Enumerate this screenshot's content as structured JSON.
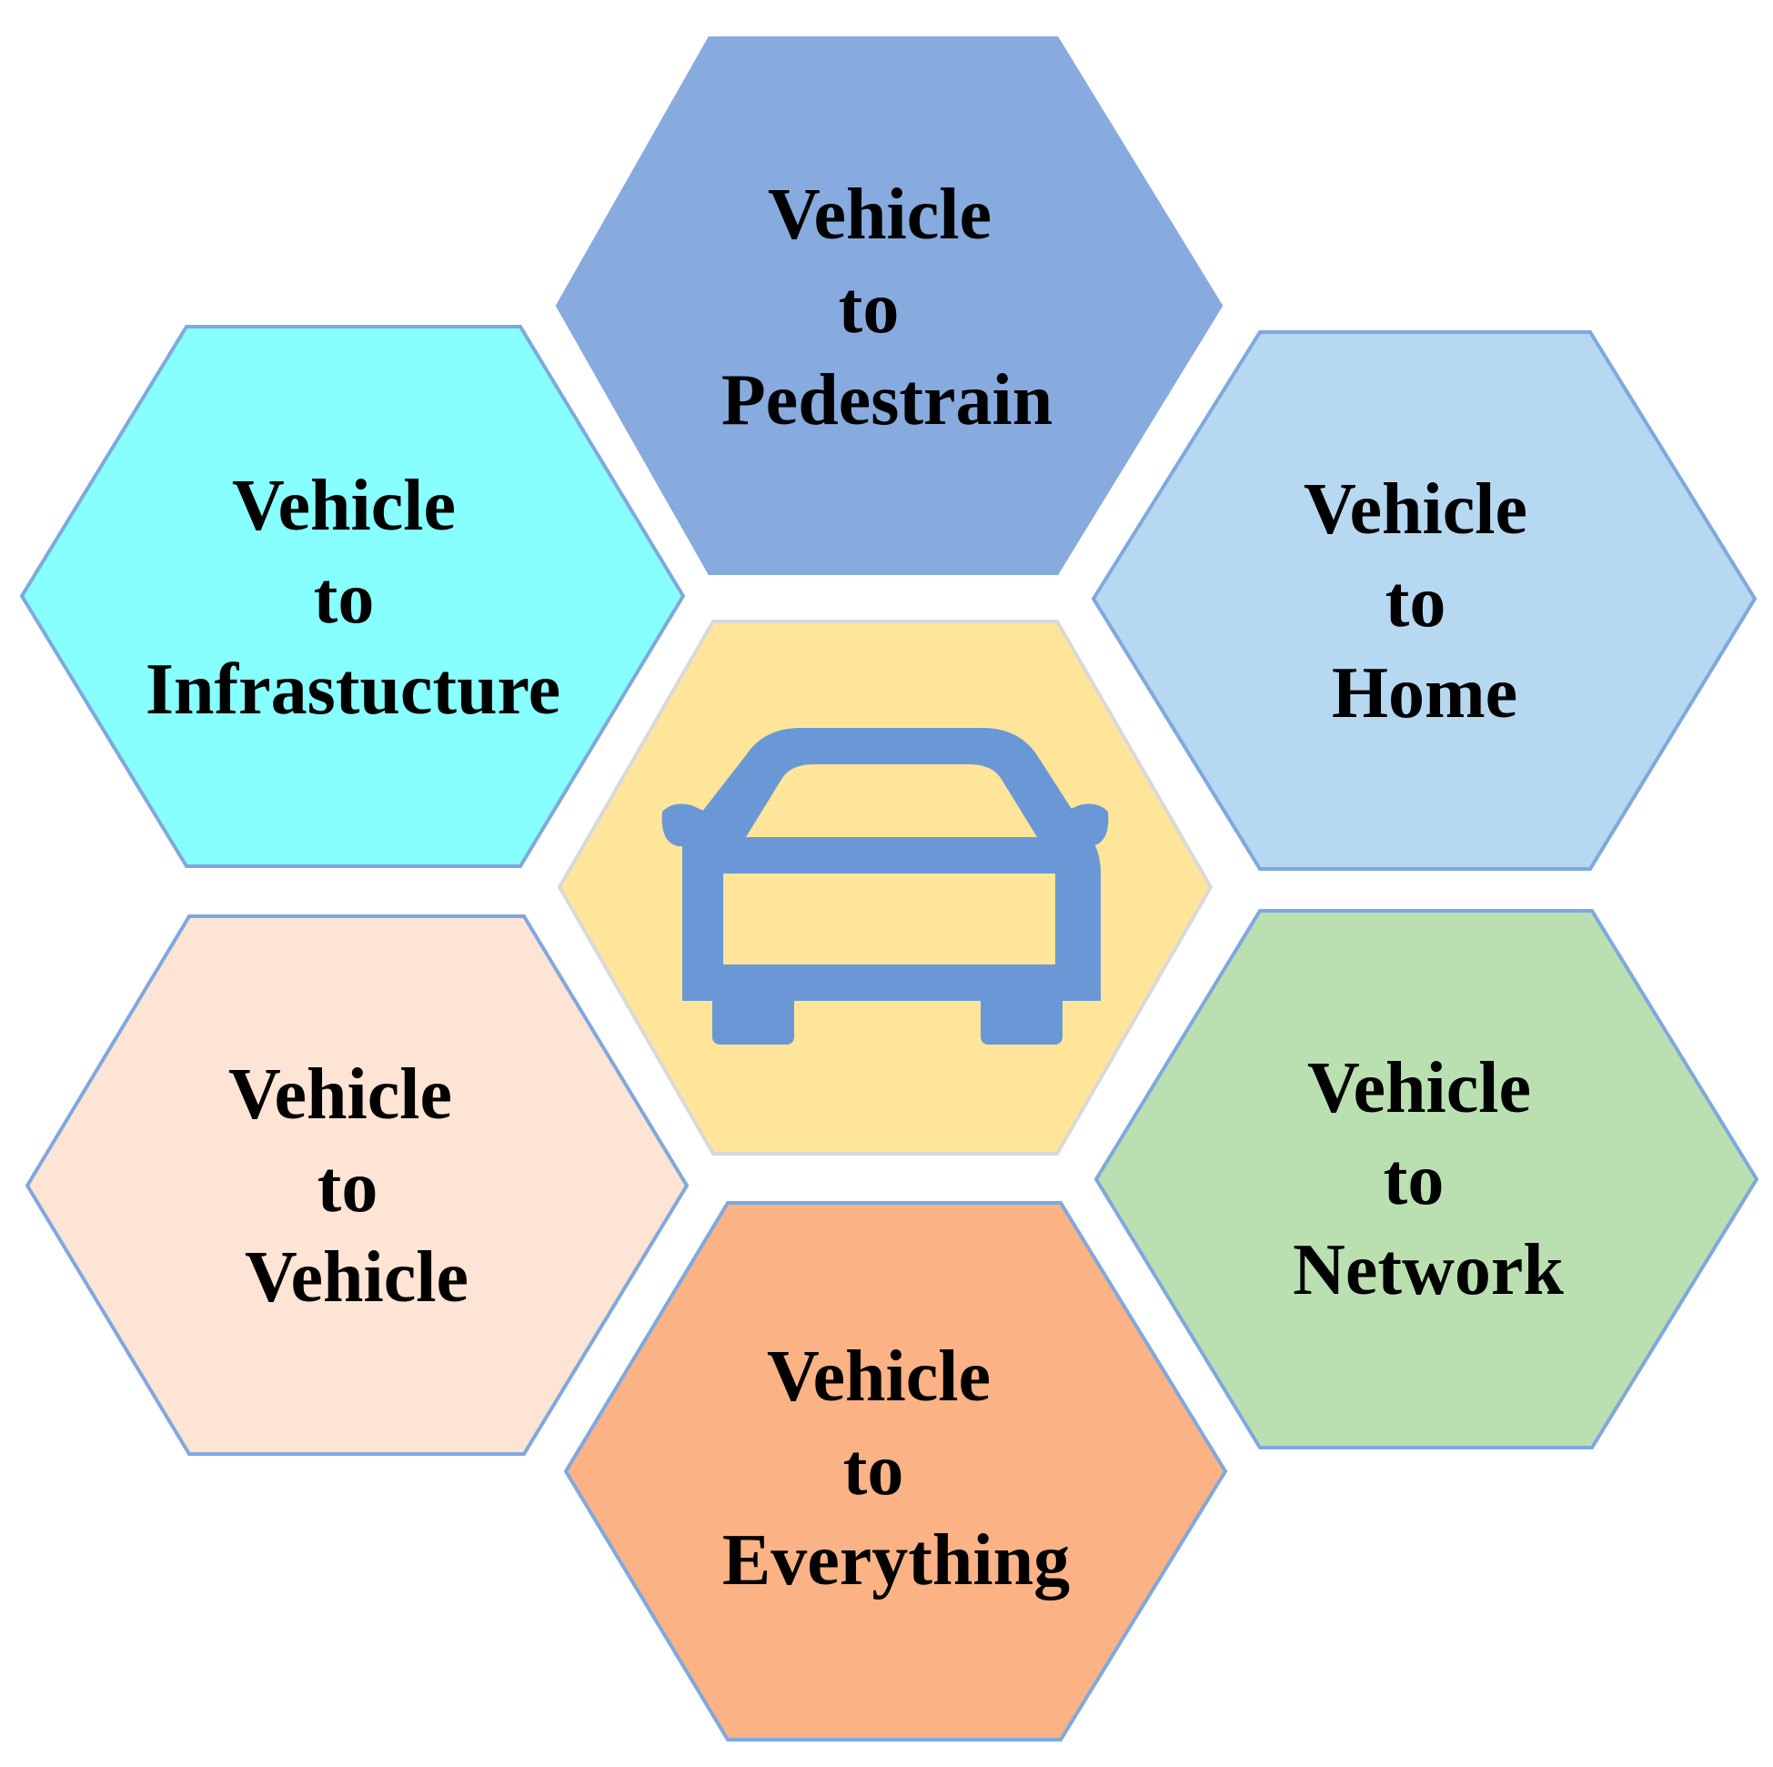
{
  "center": {
    "icon": "car-icon",
    "fill": "#FFE599",
    "stroke": "#D9D9D9",
    "icon_color": "#6A98D6"
  },
  "hexagons": [
    {
      "id": "vehicle-to-pedestrain",
      "lines": [
        "Vehicle",
        "to",
        "Pedestrain"
      ],
      "fill": "#87ABDE",
      "stroke": "#87ABDE"
    },
    {
      "id": "vehicle-to-infrastucture",
      "lines": [
        "Vehicle",
        "to",
        "Infrastucture"
      ],
      "fill": "#87FFFF",
      "stroke": "#7FA8DE"
    },
    {
      "id": "vehicle-to-home",
      "lines": [
        "Vehicle",
        "to",
        "Home"
      ],
      "fill": "#B6D8F0",
      "stroke": "#7FA8DE"
    },
    {
      "id": "vehicle-to-vehicle",
      "lines": [
        "Vehicle",
        "to",
        "Vehicle"
      ],
      "fill": "#FDE4D4",
      "stroke": "#7FA8DE"
    },
    {
      "id": "vehicle-to-network",
      "lines": [
        "Vehicle",
        "to",
        "Network"
      ],
      "fill": "#BAE0B2",
      "stroke": "#7FA8DE"
    },
    {
      "id": "vehicle-to-everything",
      "lines": [
        "Vehicle",
        "to",
        "Everything"
      ],
      "fill": "#FBB284",
      "stroke": "#7FA8DE"
    }
  ]
}
